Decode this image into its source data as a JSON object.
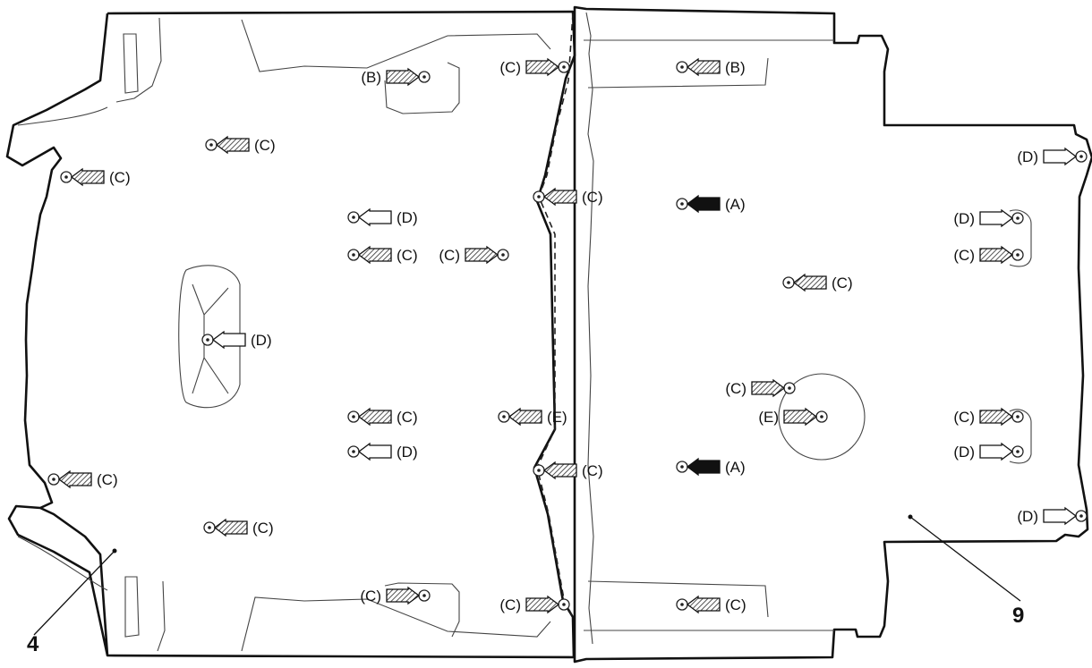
{
  "diagram": {
    "callouts": [
      {
        "id": "part-4",
        "text": "4"
      },
      {
        "id": "part-9",
        "text": "9"
      }
    ],
    "fasteners": [
      {
        "label": "(B)",
        "arrow": "hatched",
        "pointing": "right"
      },
      {
        "label": "(C)",
        "arrow": "hatched",
        "pointing": "right"
      },
      {
        "label": "(B)",
        "arrow": "hatched",
        "pointing": "left"
      },
      {
        "label": "(C)",
        "arrow": "hatched",
        "pointing": "left"
      },
      {
        "label": "(C)",
        "arrow": "hatched",
        "pointing": "left"
      },
      {
        "label": "(D)",
        "arrow": "open",
        "pointing": "right"
      },
      {
        "label": "(C)",
        "arrow": "hatched",
        "pointing": "left"
      },
      {
        "label": "(A)",
        "arrow": "solid",
        "pointing": "left"
      },
      {
        "label": "(D)",
        "arrow": "open",
        "pointing": "left"
      },
      {
        "label": "(D)",
        "arrow": "open",
        "pointing": "right"
      },
      {
        "label": "(C)",
        "arrow": "hatched",
        "pointing": "left"
      },
      {
        "label": "(C)",
        "arrow": "hatched",
        "pointing": "right"
      },
      {
        "label": "(C)",
        "arrow": "hatched",
        "pointing": "right"
      },
      {
        "label": "(C)",
        "arrow": "hatched",
        "pointing": "left"
      },
      {
        "label": "(D)",
        "arrow": "open",
        "pointing": "left"
      },
      {
        "label": "(C)",
        "arrow": "hatched",
        "pointing": "right"
      },
      {
        "label": "(C)",
        "arrow": "hatched",
        "pointing": "left"
      },
      {
        "label": "(E)",
        "arrow": "hatched",
        "pointing": "left"
      },
      {
        "label": "(E)",
        "arrow": "hatched",
        "pointing": "right"
      },
      {
        "label": "(C)",
        "arrow": "hatched",
        "pointing": "right"
      },
      {
        "label": "(D)",
        "arrow": "open",
        "pointing": "left"
      },
      {
        "label": "(D)",
        "arrow": "open",
        "pointing": "right"
      },
      {
        "label": "(C)",
        "arrow": "hatched",
        "pointing": "left"
      },
      {
        "label": "(C)",
        "arrow": "hatched",
        "pointing": "left"
      },
      {
        "label": "(A)",
        "arrow": "solid",
        "pointing": "left"
      },
      {
        "label": "(C)",
        "arrow": "hatched",
        "pointing": "left"
      },
      {
        "label": "(D)",
        "arrow": "open",
        "pointing": "right"
      },
      {
        "label": "(C)",
        "arrow": "hatched",
        "pointing": "right"
      },
      {
        "label": "(C)",
        "arrow": "hatched",
        "pointing": "right"
      },
      {
        "label": "(C)",
        "arrow": "hatched",
        "pointing": "left"
      }
    ]
  }
}
